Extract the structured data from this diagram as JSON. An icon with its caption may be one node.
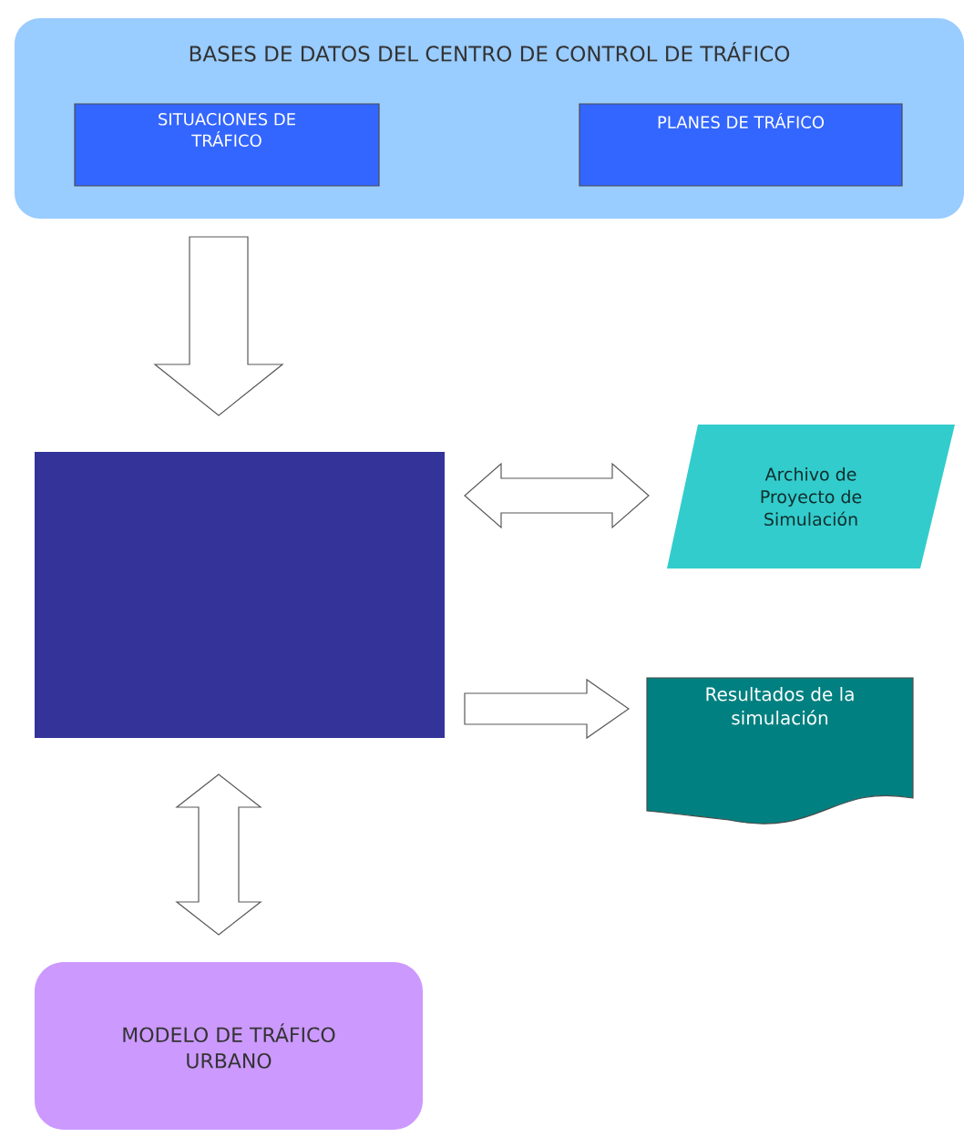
{
  "diagram": {
    "nodes": [
      {
        "text": [
          "BASES DE DATOS DEL CENTRO DE CONTROL DE TRÁFICO"
        ]
      },
      {
        "text": [
          "SITUACIONES DE TRÁFICO"
        ],
        "in": 0
      },
      {
        "text": [
          "PLANES DE TRÁFICO"
        ],
        "in": 0
      },
      {
        "text": [],
        "shape": "box"
      },
      {
        "text": [
          "Archivo de Proyecto de Simulación"
        ]
      },
      {
        "text": [
          "Resultados de la simulación"
        ]
      },
      {
        "text": [
          "MODELO DE TRÁFICO URBANO"
        ]
      }
    ],
    "edges": [
      {
        "from": 0,
        "to": 3,
        "arrow": "to"
      },
      {
        "from": 3,
        "to": 4,
        "arrow": "both"
      },
      {
        "from": 3,
        "to": 5,
        "arrow": "to"
      },
      {
        "from": 3,
        "to": 6,
        "arrow": "both"
      }
    ]
  }
}
